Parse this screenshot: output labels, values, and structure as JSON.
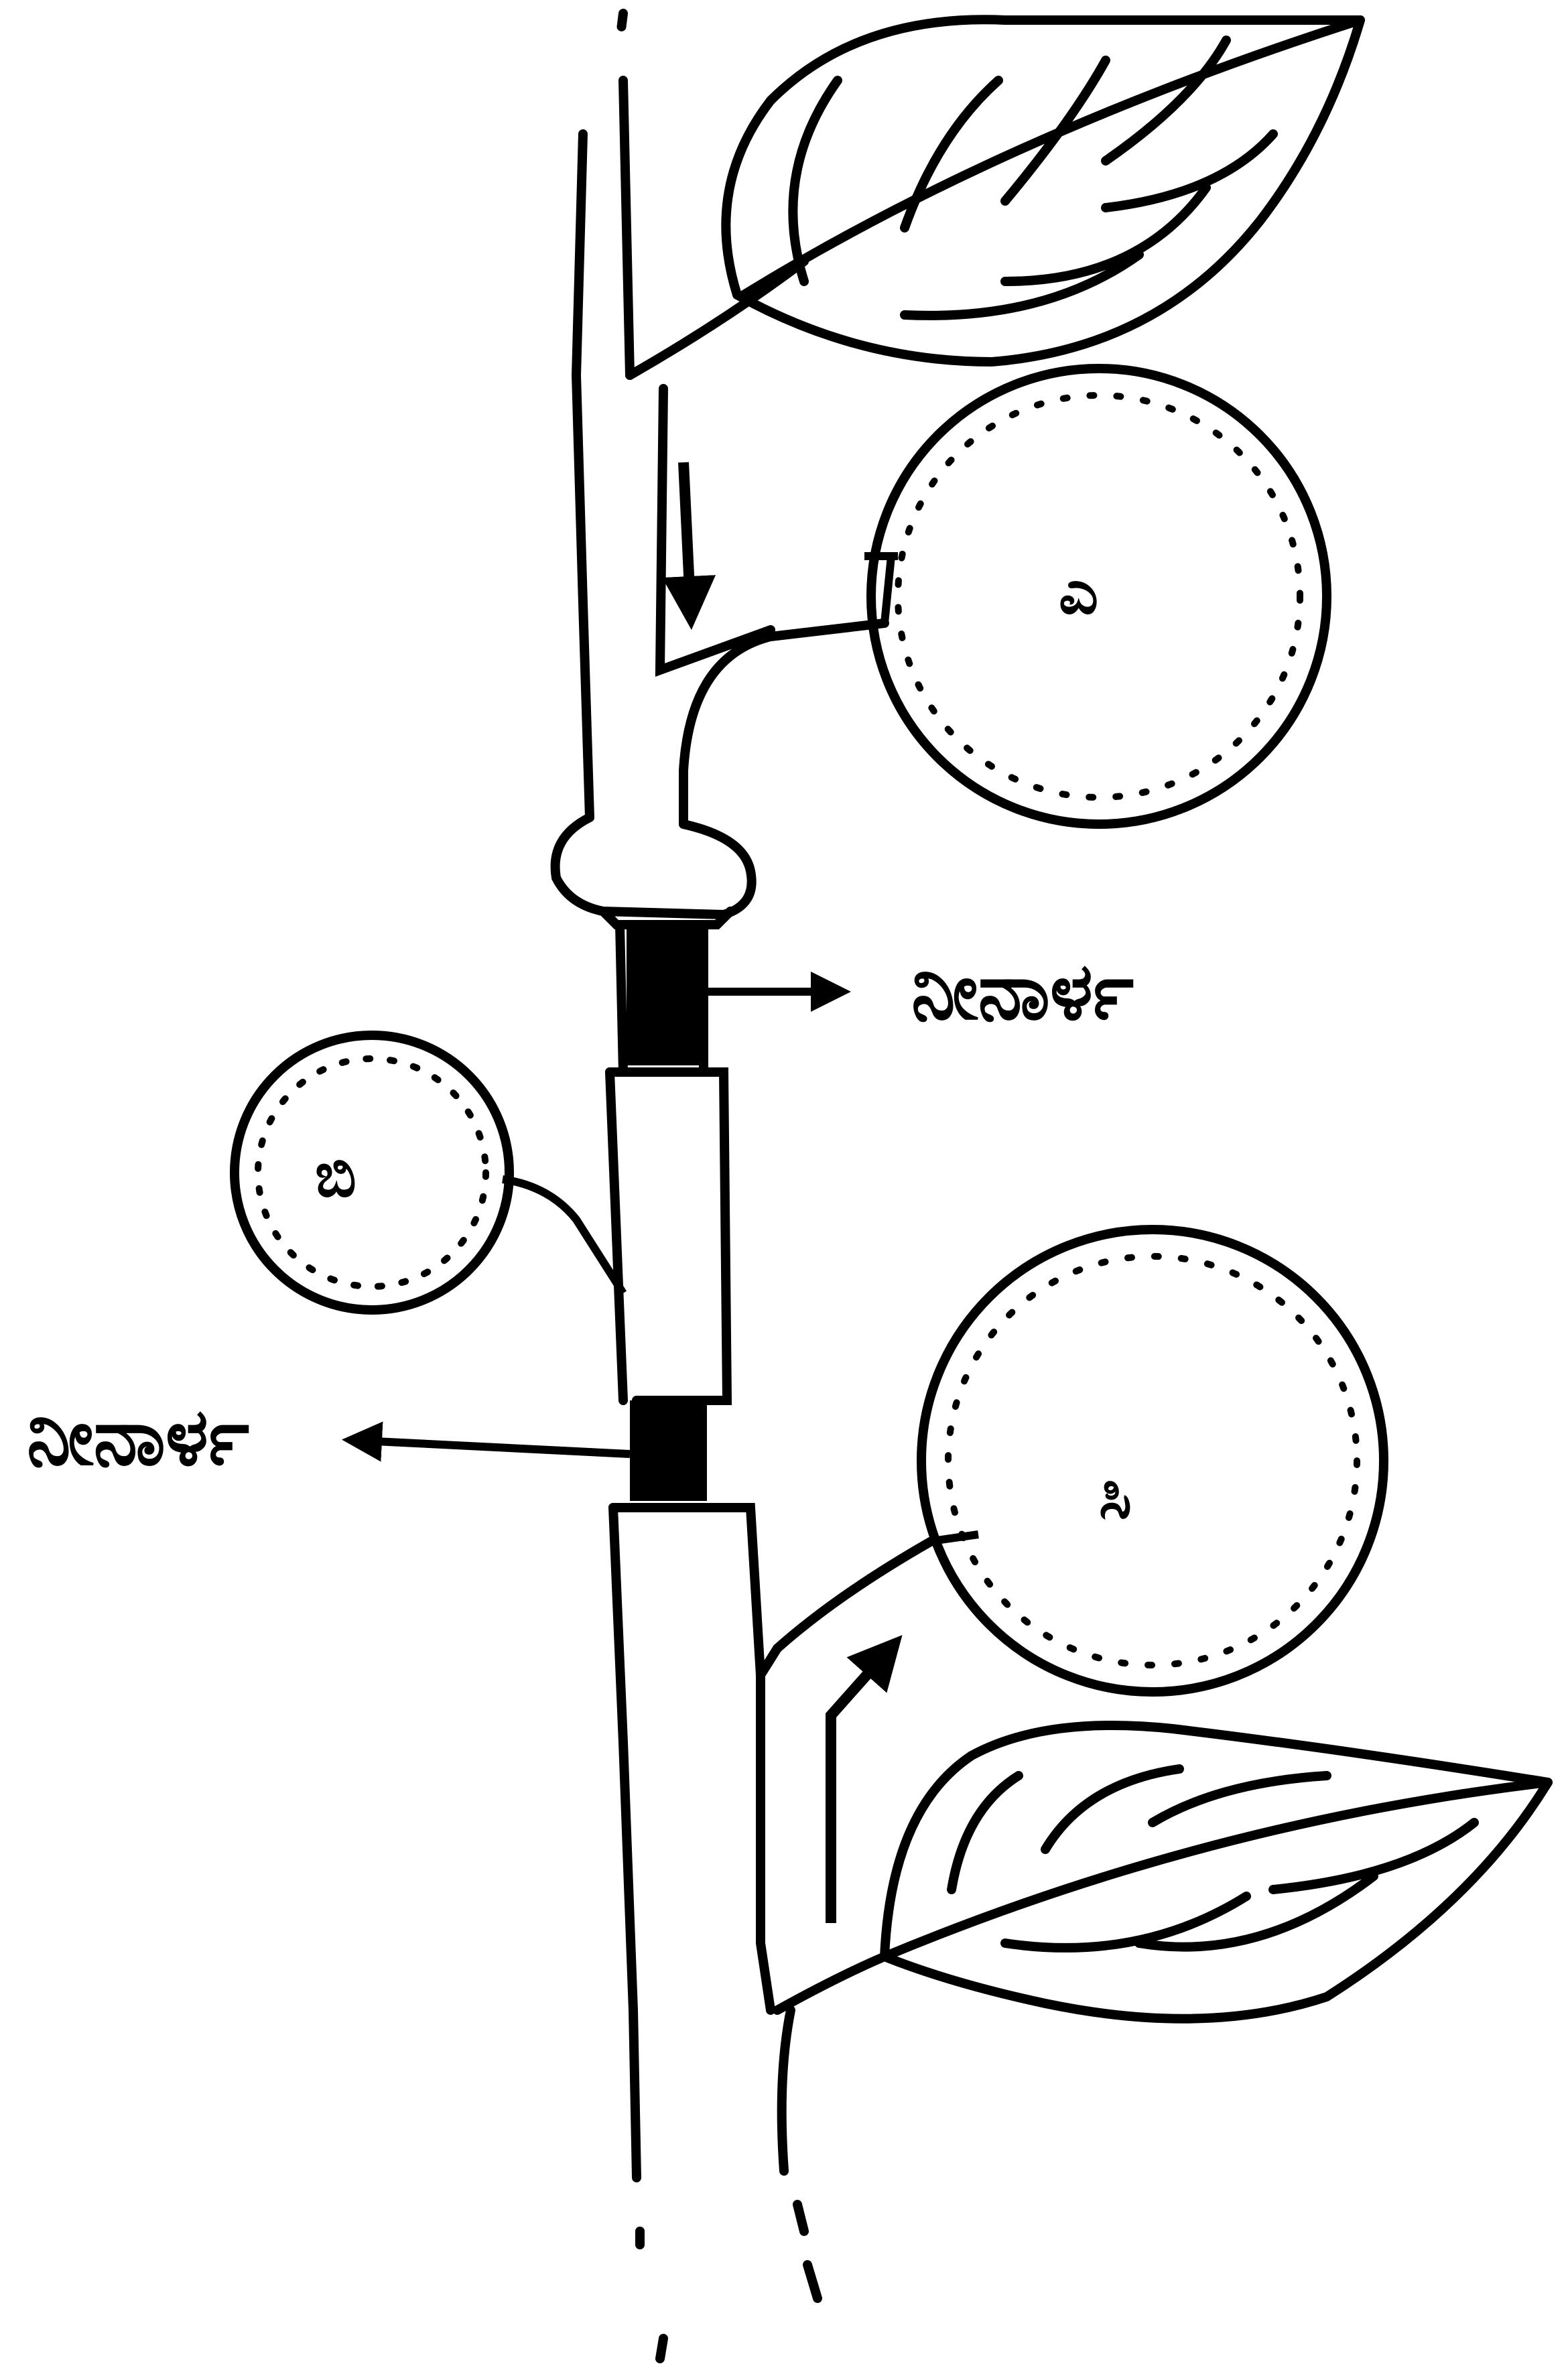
{
  "diagram": {
    "labels": {
      "upper_label": "ನೀನಾರ್ಳ",
      "lower_label": "ನೀನಾರ್ಳ",
      "fruit_a": "ಎ",
      "fruit_b": "ಬಿ",
      "fruit_c": "ಸಿ"
    },
    "colors": {
      "ink": "#000000",
      "background": "#ffffff"
    }
  }
}
